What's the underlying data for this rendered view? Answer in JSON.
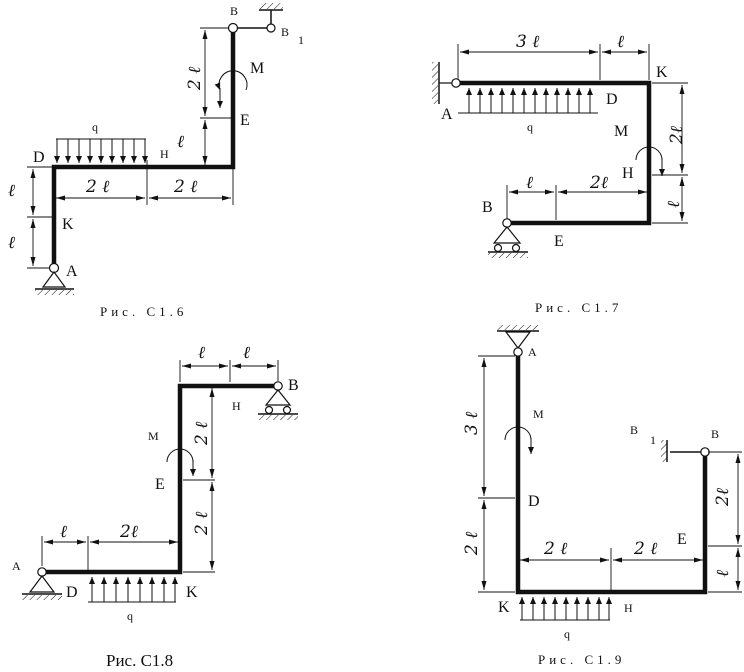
{
  "figures": [
    {
      "caption": "Рис. С1.6",
      "labels": {
        "A": "A",
        "K": "K",
        "D": "D",
        "H": "H",
        "E": "E",
        "M": "M",
        "B": "B",
        "B1": "B",
        "one": "1",
        "q": "q"
      },
      "dims": {
        "left_upper": "ℓ",
        "left_lower": "ℓ",
        "bottom_left": "2 ℓ",
        "bottom_right": "2 ℓ",
        "right_upper": "2 ℓ",
        "right_lower": "ℓ"
      }
    },
    {
      "caption": "Рис. С1.7",
      "labels": {
        "A": "A",
        "D": "D",
        "K": "K",
        "M": "M",
        "H": "H",
        "B": "B",
        "E": "E",
        "q": "q"
      },
      "dims": {
        "top_left": "3 ℓ",
        "top_right": "ℓ",
        "right_upper": "2ℓ",
        "right_lower": "ℓ",
        "bottom_left": "ℓ",
        "bottom_right": "2ℓ"
      }
    },
    {
      "caption": "Рис. С1.8",
      "labels": {
        "A": "A",
        "D": "D",
        "K": "K",
        "E": "E",
        "M": "M",
        "H": "H",
        "B": "B",
        "q": "q"
      },
      "dims": {
        "top_left": "ℓ",
        "top_right": "ℓ",
        "vert_upper": "2 ℓ",
        "vert_lower": "2 ℓ",
        "bottom_left": "ℓ",
        "bottom_right": "2ℓ"
      }
    },
    {
      "caption": "Рис. С1.9",
      "labels": {
        "A": "A",
        "M": "M",
        "D": "D",
        "K": "K",
        "H": "H",
        "B": "B",
        "B1": "B",
        "one": "1",
        "E": "E",
        "q": "q"
      },
      "dims": {
        "left_upper": "3 ℓ",
        "left_lower": "2 ℓ",
        "bottom_left": "2 ℓ",
        "bottom_right": "2 ℓ",
        "right_upper": "2ℓ",
        "right_lower": "ℓ"
      }
    }
  ]
}
